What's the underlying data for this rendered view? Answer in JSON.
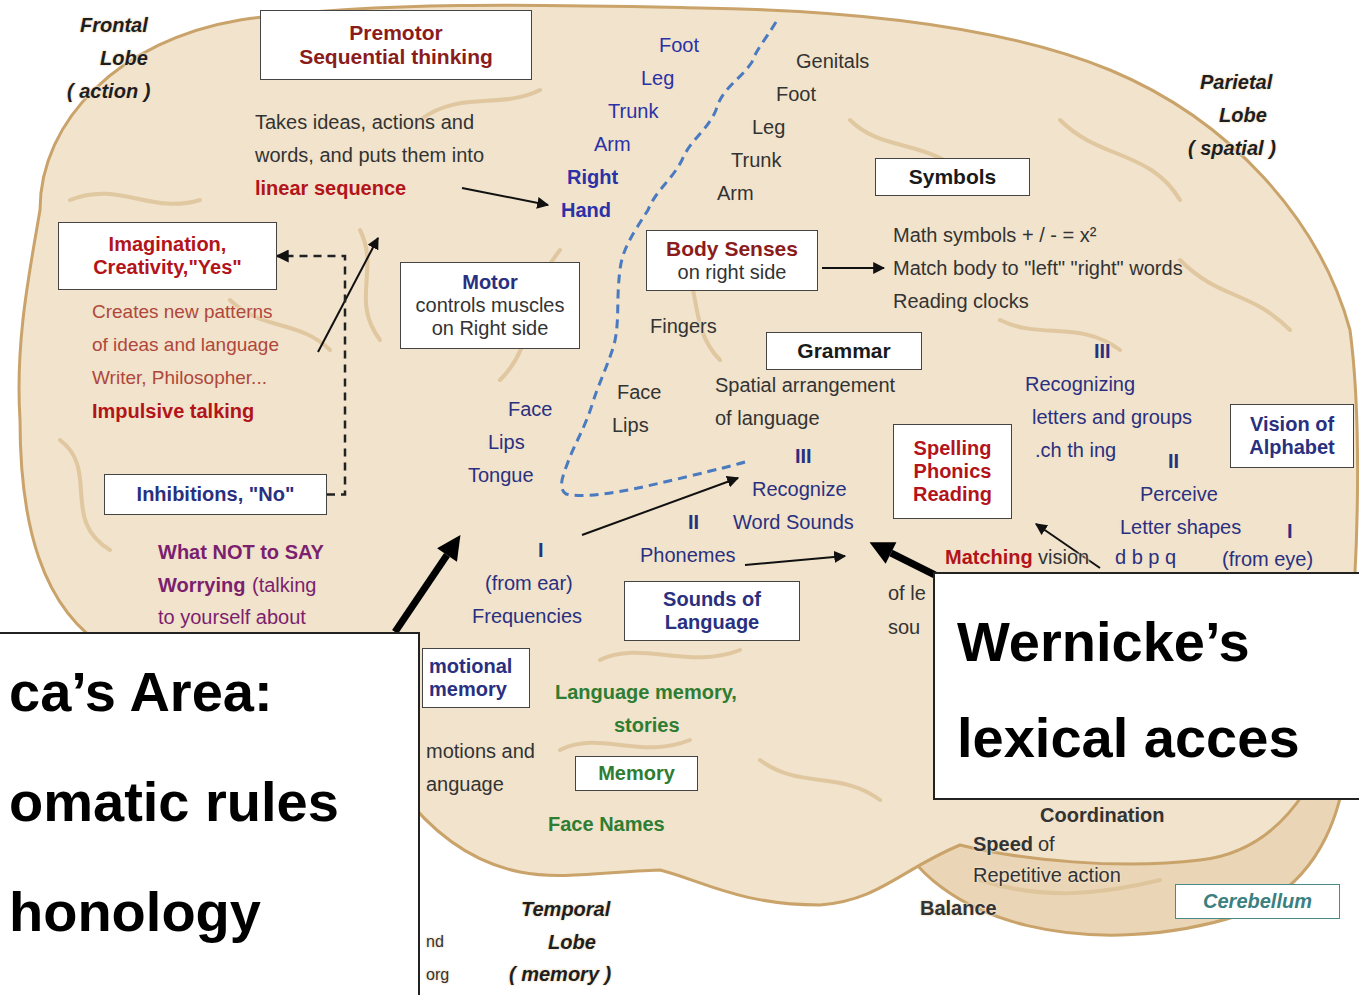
{
  "diagram": {
    "nodes": [
      {
        "text": [
          "Premotor",
          "Sequential thinking"
        ]
      },
      {
        "text": [
          "Imagination, Creativity,\"Yes\""
        ]
      },
      {
        "text": [
          "Motor",
          "controls muscles on Right side"
        ]
      },
      {
        "text": [
          "Body Senses",
          "on right side"
        ]
      },
      {
        "text": [
          "Symbols"
        ]
      },
      {
        "text": [
          "Grammar"
        ]
      },
      {
        "text": [
          "Spelling Phonics Reading"
        ]
      },
      {
        "text": [
          "Vision of Alphabet"
        ]
      },
      {
        "text": [
          "Inhibitions, \"No\""
        ]
      },
      {
        "text": [
          "Sounds of Language"
        ]
      },
      {
        "text": [
          "ca’s Area: omatic rules honology"
        ]
      },
      {
        "text": [
          "motional memory"
        ]
      },
      {
        "text": [
          "Memory"
        ]
      },
      {
        "text": [
          "Wernicke’s lexical acces"
        ]
      },
      {
        "text": [
          "Cerebellum"
        ]
      }
    ],
    "edges": [
      {
        "from": 8,
        "to": 1,
        "arrow": "to"
      }
    ],
    "labels": [
      "Frontal",
      "Lobe",
      "( action )",
      "Takes ideas, actions and",
      "words, and puts them into",
      "linear sequence",
      "Foot",
      "Leg",
      "Trunk",
      "Arm",
      "Right",
      "Hand",
      "Genitals",
      "Foot",
      "Leg",
      "Trunk",
      "Arm",
      "Parietal",
      "Lobe",
      "( spatial )",
      "Math symbols + / - = x²",
      "Match body to \"left\" \"right\" words",
      "Reading clocks",
      "Creates new patterns",
      "of ideas and language",
      "Writer, Philosopher...",
      "Impulsive talking",
      "Fingers",
      "Spatial arrangement",
      "of language",
      "Face",
      "Lips",
      "Tongue",
      "Face",
      "Lips",
      "III",
      "Recognize",
      "Word Sounds",
      "II",
      "Phonemes",
      "I",
      "(from ear)",
      "Frequencies",
      "III",
      "Recognizing",
      "letters and groups",
      ".ch th ing",
      "II",
      "Perceive",
      "Letter shapes",
      "I",
      "d b p q",
      "(from eye)",
      "Matching",
      "vision",
      "of le",
      "sou",
      "What NOT to SAY",
      "Worrying",
      "(talking",
      "to yourself about",
      "motions and",
      "anguage",
      "Language memory,",
      "stories",
      "Face Names",
      "Temporal",
      "Lobe",
      "( memory )",
      "Coordination",
      "Speed",
      "of",
      "Repetitive action",
      "Balance",
      "nd",
      "org"
    ]
  }
}
